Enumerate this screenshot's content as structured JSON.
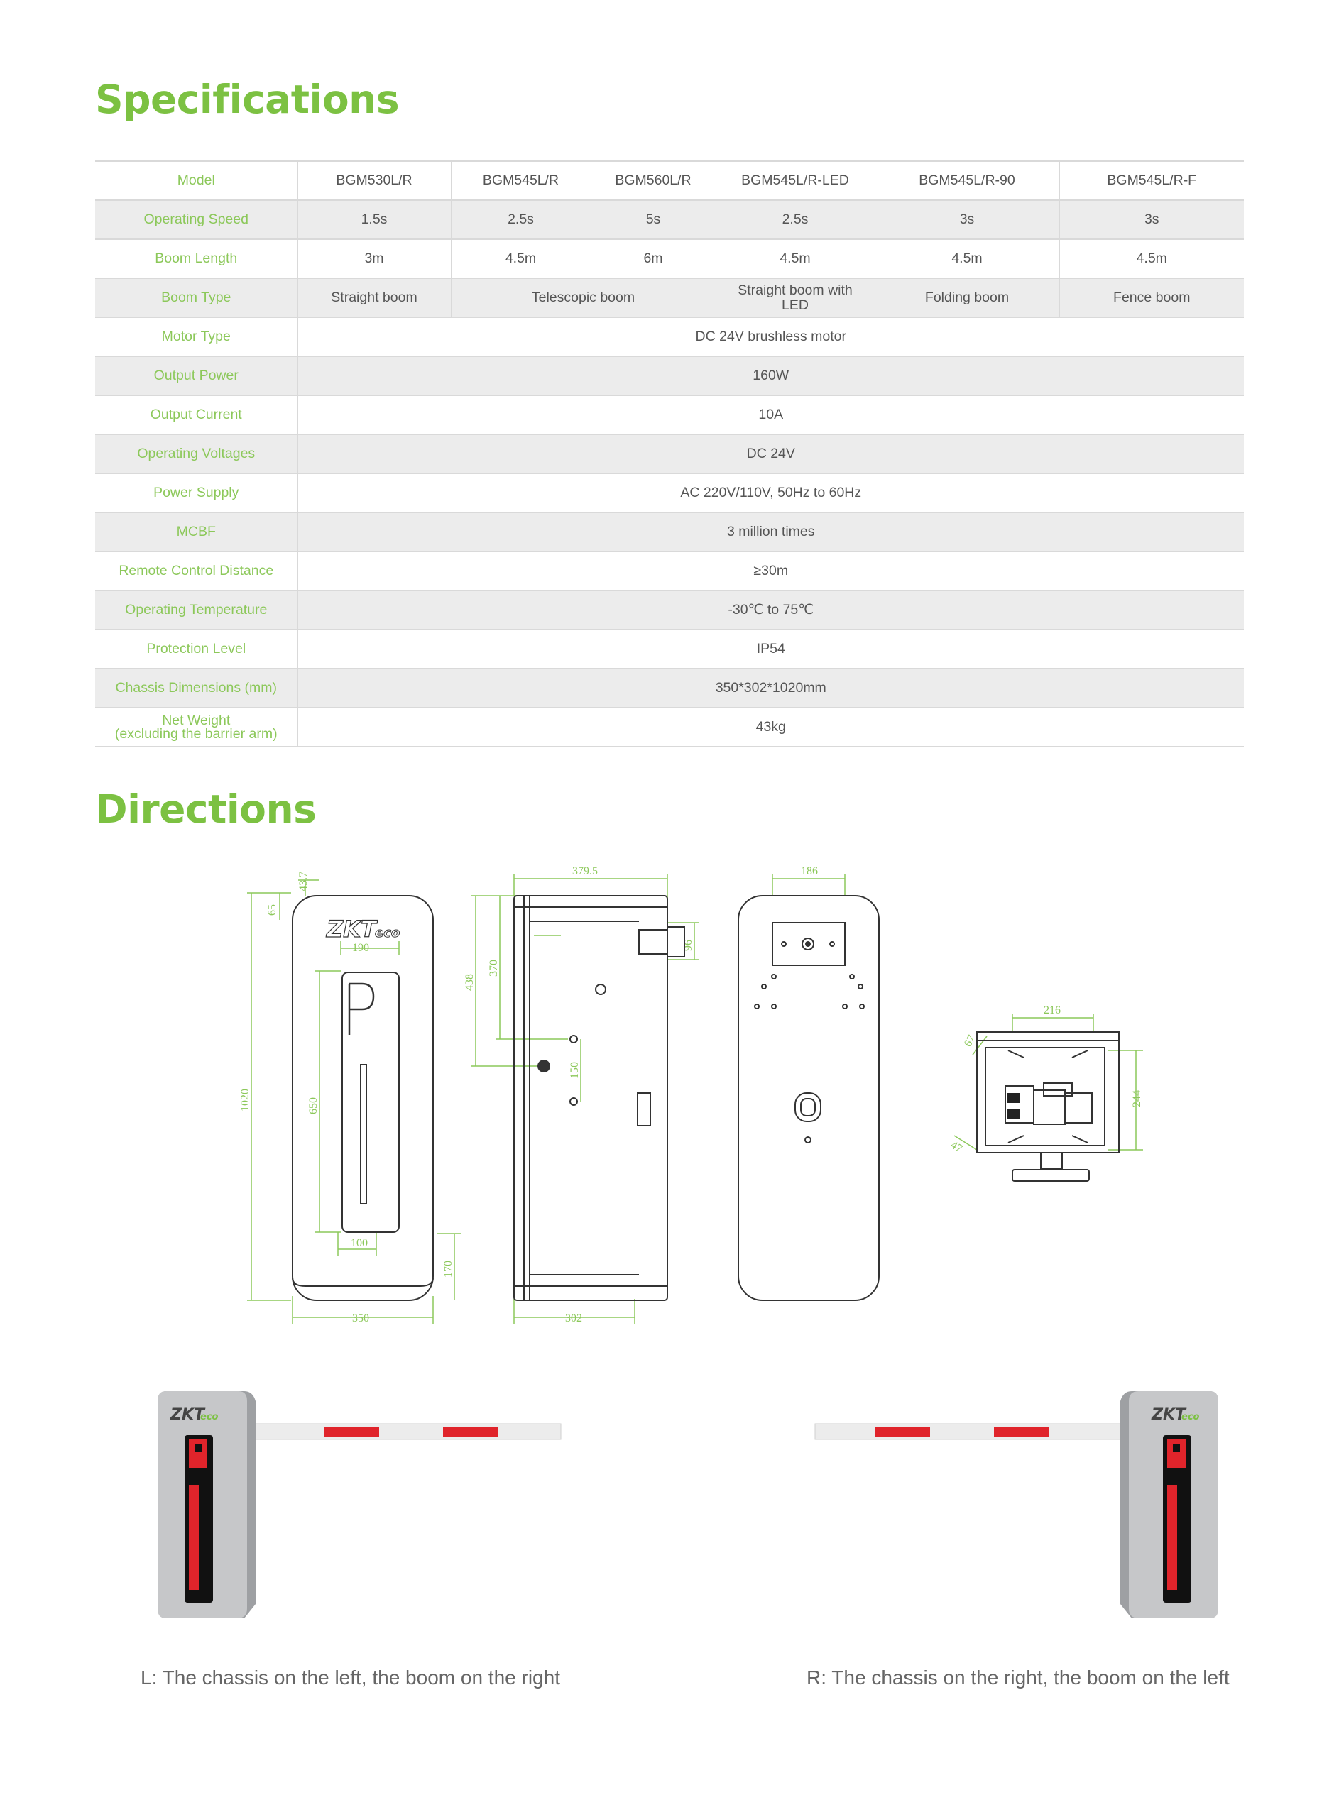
{
  "titles": {
    "specifications": "Specifications",
    "directions": "Directions"
  },
  "spec": {
    "model_label": "Model",
    "models": [
      "BGM530L/R",
      "BGM545L/R",
      "BGM560L/R",
      "BGM545L/R-LED",
      "BGM545L/R-90",
      "BGM545L/R-F"
    ],
    "operating_speed": {
      "label": "Operating Speed",
      "values": [
        "1.5s",
        "2.5s",
        "5s",
        "2.5s",
        "3s",
        "3s"
      ]
    },
    "boom_length": {
      "label": "Boom Length",
      "values": [
        "3m",
        "4.5m",
        "6m",
        "4.5m",
        "4.5m",
        "4.5m"
      ]
    },
    "boom_type": {
      "label": "Boom Type",
      "values": [
        "Straight boom",
        "Telescopic boom",
        "Straight boom with LED",
        "Folding boom",
        "Fence boom"
      ]
    },
    "rows": [
      {
        "label": "Motor Type",
        "value": "DC 24V brushless motor"
      },
      {
        "label": "Output Power",
        "value": "160W"
      },
      {
        "label": "Output Current",
        "value": "10A"
      },
      {
        "label": "Operating Voltages",
        "value": "DC 24V"
      },
      {
        "label": "Power Supply",
        "value": "AC 220V/110V, 50Hz to 60Hz"
      },
      {
        "label": "MCBF",
        "value": "3 million times"
      },
      {
        "label": "Remote Control Distance",
        "value": "≥30m"
      },
      {
        "label": "Operating Temperature",
        "value": "-30℃ to 75℃"
      },
      {
        "label": "Protection Level",
        "value": "IP54"
      },
      {
        "label": "Chassis Dimensions (mm)",
        "value": "350*302*1020mm"
      }
    ],
    "net_weight": {
      "label_line1": "Net Weight",
      "label_line2": "(excluding the barrier arm)",
      "value": "43kg"
    }
  },
  "diagram": {
    "dims": {
      "top_65": "65",
      "top_43_7": "43.7",
      "logo_width": "190",
      "total_height": "1020",
      "slot_650": "650",
      "slot_100": "100",
      "bottom_170": "170",
      "width_350": "350",
      "depth_379_5": "379.5",
      "side_96": "96",
      "side_438": "438",
      "side_370": "370",
      "side_150": "150",
      "depth_302": "302",
      "back_186": "186",
      "top_216": "216",
      "top_244": "244",
      "top_67": "67",
      "top_47": "47"
    },
    "logo_text": "ZKT",
    "logo_suffix": "eco",
    "parking_letter": "P"
  },
  "captions": {
    "left_key": "L",
    "left_text": "The chassis on the left, the boom on the right",
    "right_key": "R",
    "right_text": "The chassis on the right, the boom on the left"
  },
  "colors": {
    "accent": "#7cc142",
    "label_green": "#8cc85a",
    "dimension_green": "#8cc85a",
    "boom_red": "#e0242b"
  }
}
